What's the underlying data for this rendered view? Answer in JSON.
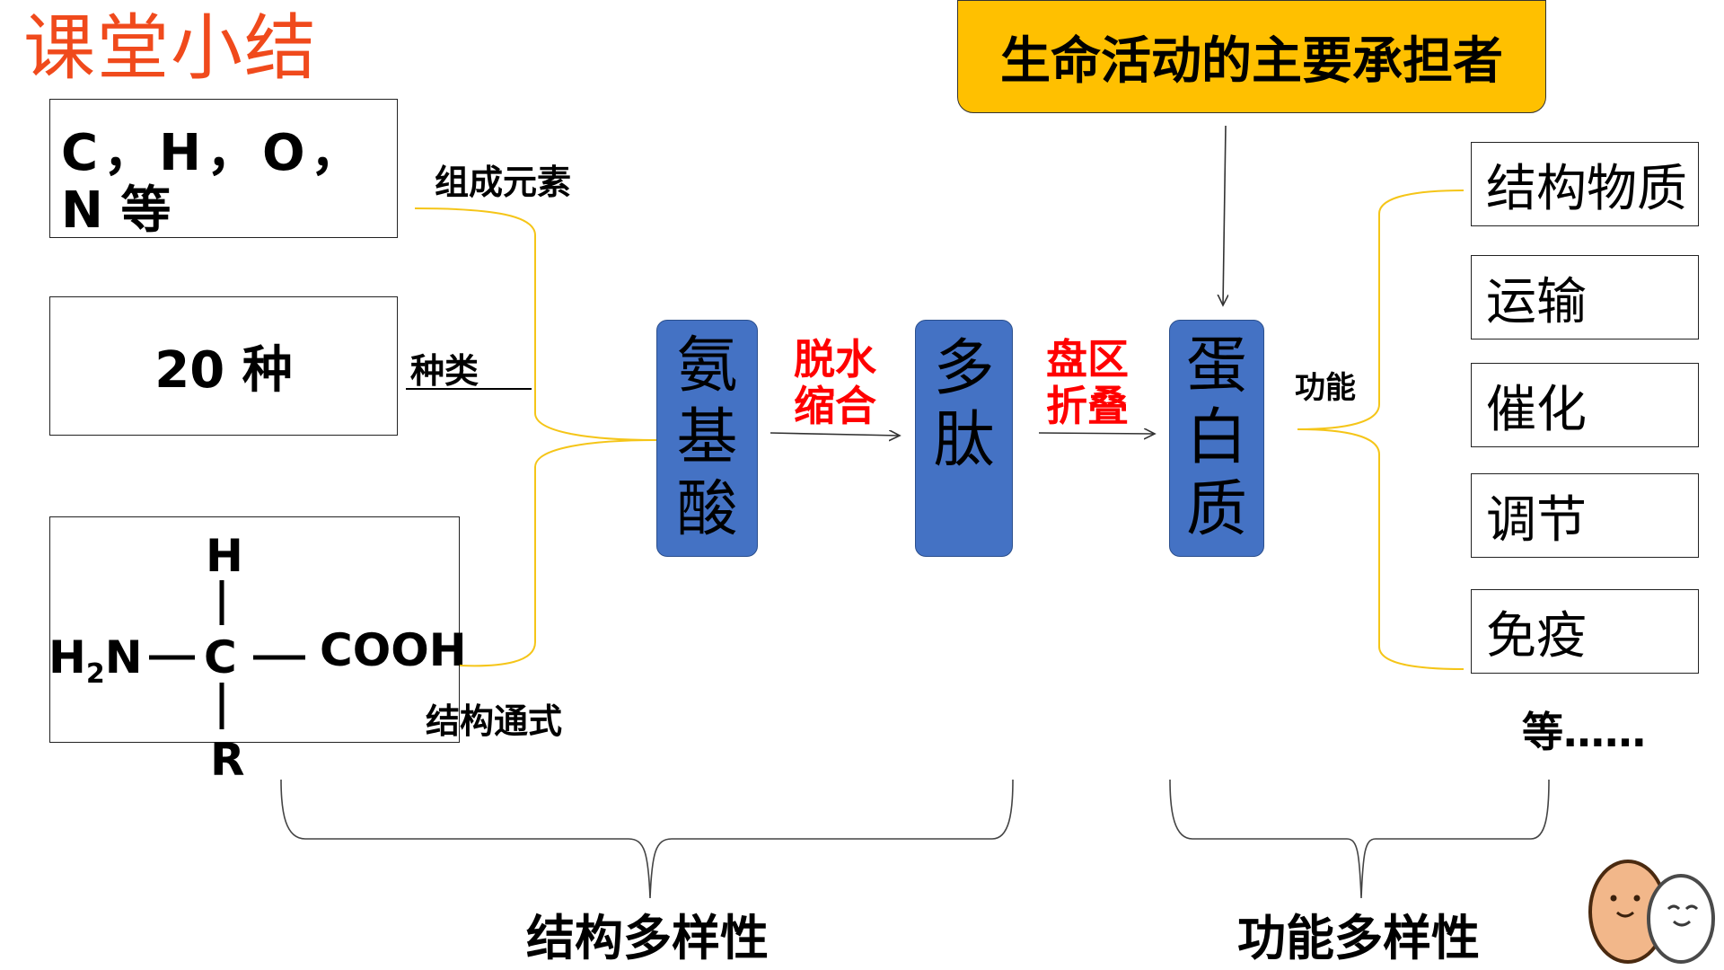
{
  "title": "课堂小结",
  "top_banner": "生命活动的主要承担者",
  "elements_box": {
    "line1": "C，H，O，",
    "line2": "N 等"
  },
  "elements_label": "组成元素",
  "kinds_box": "20 种",
  "kinds_label": "种类",
  "structure_label": "结构通式",
  "formula": {
    "top": "H",
    "left": "H",
    "sub": "2",
    "left_n": "N",
    "center": "C",
    "right": "COOH",
    "bottom": "R"
  },
  "chain": [
    {
      "chars": [
        "氨",
        "基",
        "酸"
      ]
    },
    {
      "chars": [
        "多",
        "肽"
      ]
    },
    {
      "chars": [
        "蛋",
        "白",
        "质"
      ]
    }
  ],
  "process1": [
    "脱水",
    "缩合"
  ],
  "process2": [
    "盘区",
    "折叠"
  ],
  "function_label": "功能",
  "functions": [
    "结构物质",
    "运输",
    "催化",
    "调节",
    "免疫"
  ],
  "functions_more": "等……",
  "structural_diversity": "结构多样性",
  "functional_diversity": "功能多样性",
  "colors": {
    "title": "#f04a1c",
    "blue_box": "#4472c4",
    "banner": "#ffc000",
    "process_text": "#ff0000",
    "brace_lines": "#f5c518"
  }
}
